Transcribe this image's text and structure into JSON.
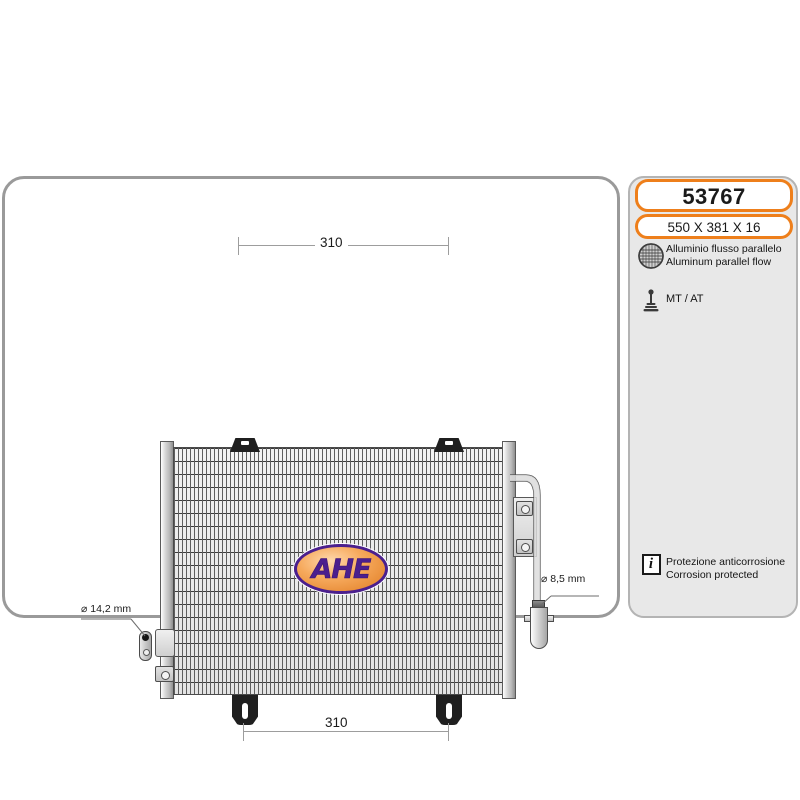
{
  "product": {
    "part_number": "53767",
    "dimensions": "550 X 381 X 16",
    "brand": "AHE"
  },
  "spec_panel": {
    "material": {
      "icon": "parallel-flow-circle-icon",
      "line_it": "Alluminio flusso parallelo",
      "line_en": "Aluminum parallel flow"
    },
    "transmission": {
      "icon": "gear-shift-lever-icon",
      "label": "MT / AT"
    },
    "corrosion": {
      "icon": "info-icon",
      "glyph": "i",
      "line_it": "Protezione anticorrosione",
      "line_en": "Corrosion protected"
    }
  },
  "drawing": {
    "dimension_top": "310",
    "dimension_bottom": "310",
    "inlet_label": "⌀ 14,2 mm",
    "outlet_label": "⌀ 8,5 mm"
  },
  "colors": {
    "accent_orange": "#ee7f1b",
    "panel_gray": "#e8e8e8",
    "border_gray": "#9a9a9a",
    "logo_purple": "#4b1f8e",
    "logo_orange": "#e07c22"
  }
}
